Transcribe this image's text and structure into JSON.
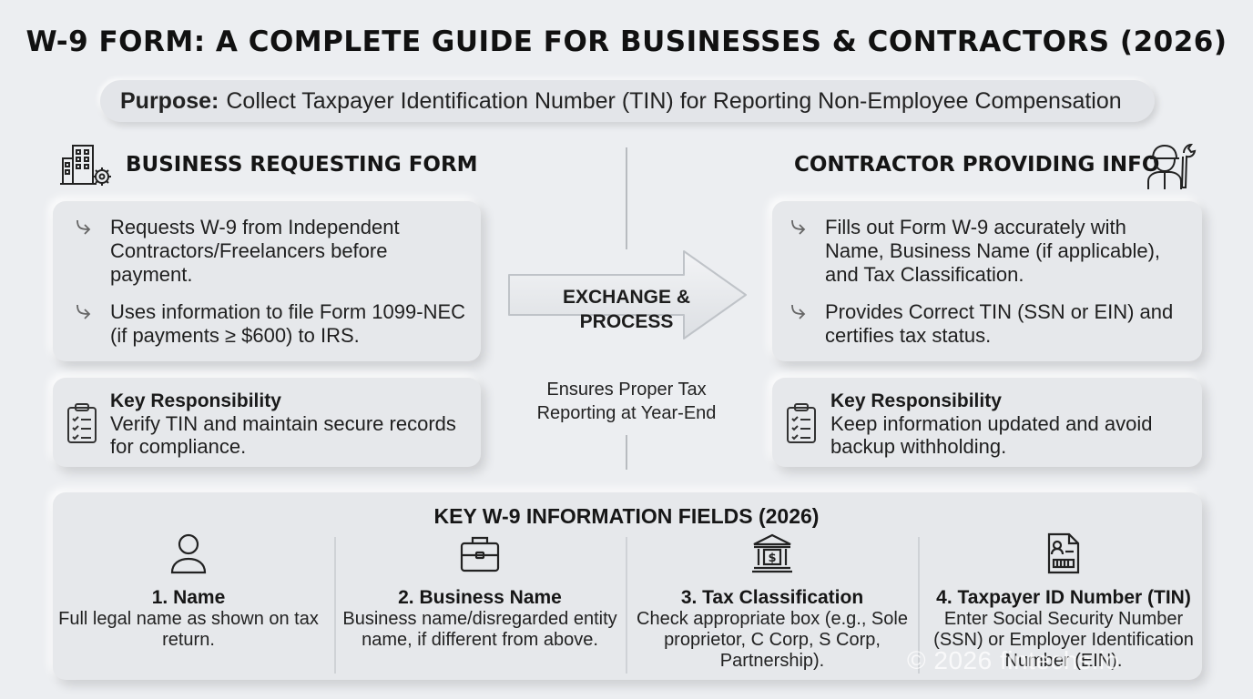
{
  "title": "W-9 FORM: A COMPLETE GUIDE FOR BUSINESSES & CONTRACTORS (2026)",
  "purpose": {
    "label": "Purpose:",
    "text": "Collect Taxpayer Identification Number (TIN) for Reporting Non-Employee Compensation"
  },
  "business": {
    "heading": "BUSINESS REQUESTING FORM",
    "icon": "building-gear-icon",
    "bullets": [
      "Requests W-9 from Independent Contractors/Freelancers before payment.",
      "Uses information to file Form 1099-NEC (if payments ≥ $600) to IRS."
    ],
    "responsibility_title": "Key Responsibility",
    "responsibility_text": "Verify TIN and maintain secure records for compliance."
  },
  "contractor": {
    "heading": "CONTRACTOR PROVIDING INFO",
    "icon": "worker-wrench-icon",
    "bullets": [
      "Fills out Form W-9 accurately with Name, Business Name (if applicable), and Tax Classification.",
      "Provides Correct TIN (SSN or EIN) and certifies tax status."
    ],
    "responsibility_title": "Key Responsibility",
    "responsibility_text": "Keep information updated and avoid backup withholding."
  },
  "exchange": {
    "label": "EXCHANGE & PROCESS",
    "note": "Ensures Proper Tax Reporting at Year-End"
  },
  "fields": {
    "title": "KEY W-9 INFORMATION FIELDS (2026)",
    "items": [
      {
        "icon": "person-icon",
        "name": "1. Name",
        "desc": "Full legal name as shown on tax return."
      },
      {
        "icon": "briefcase-icon",
        "name": "2. Business Name",
        "desc": "Business name/disregarded entity name, if different from above."
      },
      {
        "icon": "bank-icon",
        "name": "3. Tax Classification",
        "desc": "Check appropriate box (e.g., Sole proprietor, C Corp, S Corp, Partnership)."
      },
      {
        "icon": "id-card-icon",
        "name": "4. Taxpayer ID Number (TIN)",
        "desc": "Enter Social Security Number (SSN) or Employer Identification Number (EIN)."
      }
    ]
  },
  "watermark": "© 2026 fintechs.io",
  "colors": {
    "background": "#eceef1",
    "card": "#e6e8eb",
    "text": "#161616"
  }
}
